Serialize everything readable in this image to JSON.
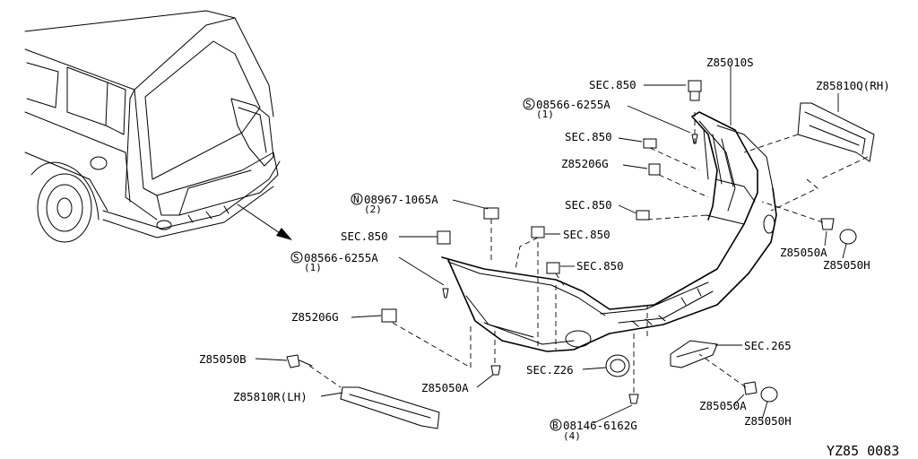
{
  "diagram": {
    "footer_code": "YZ85 0083",
    "callouts": [
      {
        "id": "c1",
        "text": "Z85010S"
      },
      {
        "id": "c2",
        "text": "Z85810Q(RH)"
      },
      {
        "id": "c3",
        "text": "SEC.850"
      },
      {
        "id": "c4",
        "text": "08566-6255A",
        "symbol": "S",
        "qty": "(1)"
      },
      {
        "id": "c5",
        "text": "SEC.850"
      },
      {
        "id": "c6",
        "text": "Z85206G"
      },
      {
        "id": "c7",
        "text": "SEC.850"
      },
      {
        "id": "c8",
        "text": "08967-1065A",
        "symbol": "N",
        "qty": "(2)"
      },
      {
        "id": "c9",
        "text": "SEC.850"
      },
      {
        "id": "c10",
        "text": "SEC.850"
      },
      {
        "id": "c11",
        "text": "08566-6255A",
        "symbol": "S",
        "qty": "(1)"
      },
      {
        "id": "c12",
        "text": "SEC.850"
      },
      {
        "id": "c13",
        "text": "Z85050A"
      },
      {
        "id": "c14",
        "text": "Z85050H"
      },
      {
        "id": "c15",
        "text": "Z85206G"
      },
      {
        "id": "c16",
        "text": "SEC.265"
      },
      {
        "id": "c17",
        "text": "Z85050B"
      },
      {
        "id": "c18",
        "text": "SEC.Z26"
      },
      {
        "id": "c19",
        "text": "Z85050A"
      },
      {
        "id": "c20",
        "text": "Z85810R(LH)"
      },
      {
        "id": "c21",
        "text": "Z85050A"
      },
      {
        "id": "c22",
        "text": "08146-6162G",
        "symbol": "B",
        "qty": "(4)"
      },
      {
        "id": "c23",
        "text": "Z85050H"
      }
    ]
  }
}
